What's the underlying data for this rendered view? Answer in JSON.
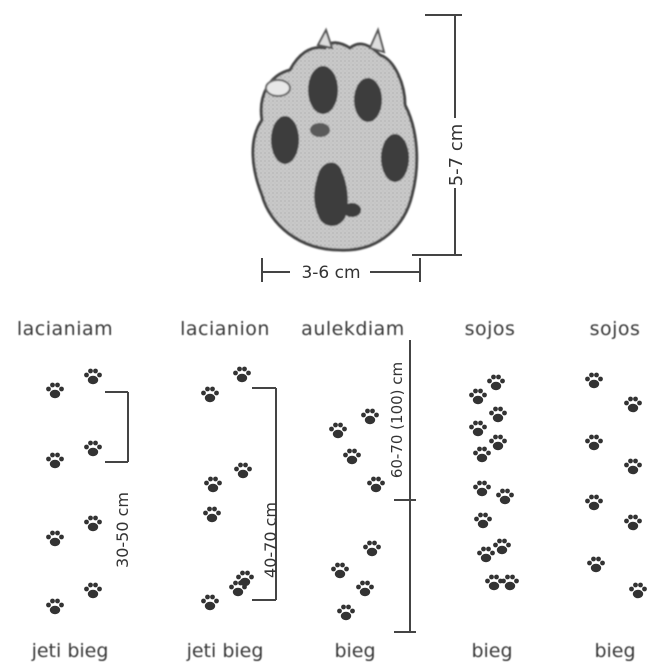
{
  "diagram": {
    "dimensions": {
      "length": "5-7 cm",
      "width": "3-6 cm"
    },
    "columns": [
      {
        "title": "lacianiam",
        "gait": "jeti bieg",
        "spacing": "30-50 cm"
      },
      {
        "title": "lacianion",
        "gait": "jeti bieg",
        "spacing": "40-70 cm"
      },
      {
        "title": "aulekdiam",
        "gait": "bieg",
        "spacing": "60-70 (100) cm"
      },
      {
        "title": "sojos",
        "gait": "bieg",
        "spacing": ""
      },
      {
        "title": "sojos",
        "gait": "bieg",
        "spacing": ""
      }
    ]
  }
}
